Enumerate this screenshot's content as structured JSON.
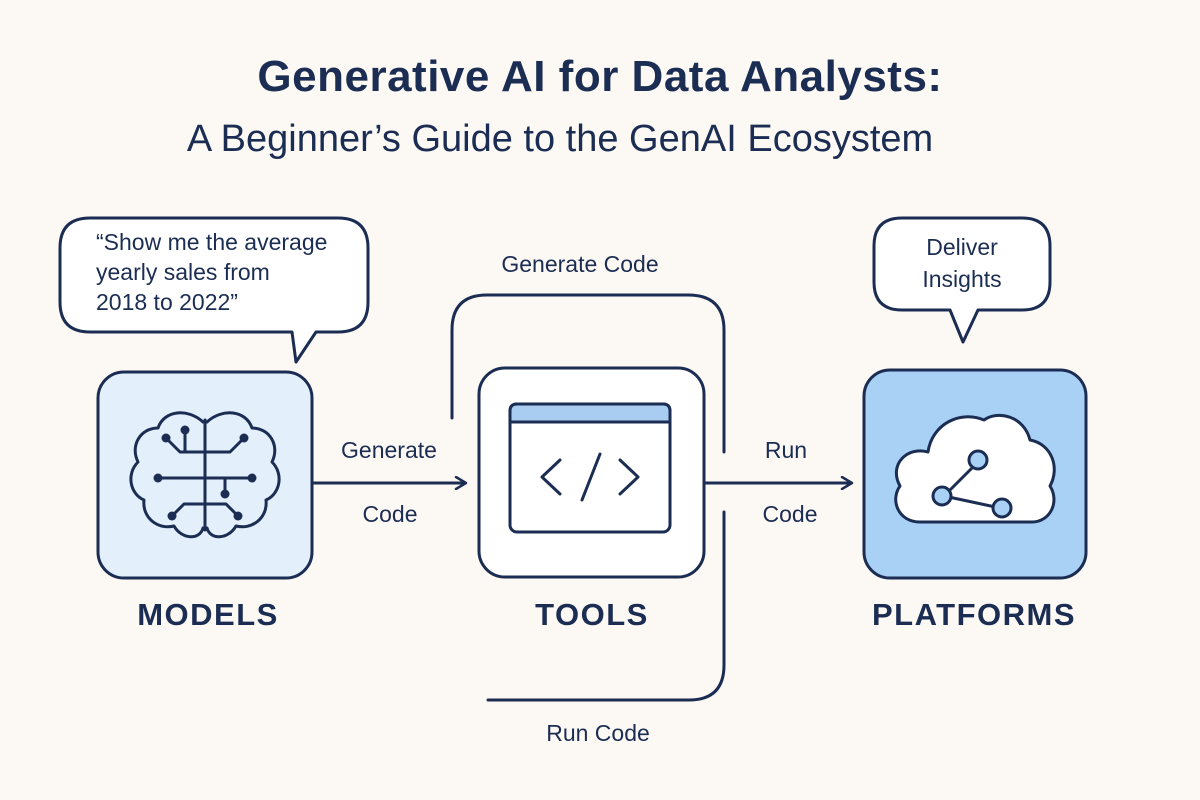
{
  "title": "Generative AI for Data Analysts:",
  "subtitle": "A Beginner’s Guide to the GenAI Ecosystem",
  "bubbles": {
    "query": [
      "“Show me the average",
      "yearly sales from",
      "2018 to 2022”"
    ],
    "insights": [
      "Deliver",
      "Insights"
    ]
  },
  "nodes": {
    "models": "MODELS",
    "tools": "TOOLS",
    "platforms": "PLATFORMS"
  },
  "arrows": {
    "models_to_tools": [
      "Generate",
      "Code"
    ],
    "tools_to_platforms": [
      "Run",
      "Code"
    ],
    "loop_top": "Generate Code",
    "loop_bottom": "Run Code"
  },
  "icons": {
    "models": "brain-circuit-icon",
    "tools": "code-window-icon",
    "platforms": "cloud-network-icon"
  },
  "colors": {
    "ink": "#1b2d52",
    "models_fill": "#e3f0fc",
    "tools_fill": "#ffffff",
    "platforms_fill": "#a9d0f5",
    "window_bar": "#a9cdf1",
    "background": "#fcf8f4"
  }
}
